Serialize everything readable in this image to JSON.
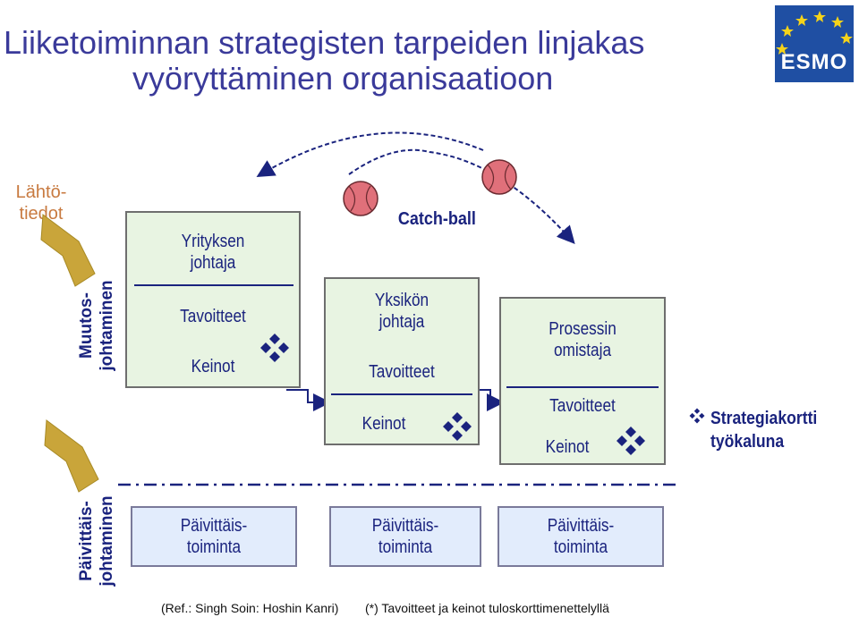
{
  "title": {
    "line1": "Liiketoiminnan strategisten tarpeiden linjakas",
    "line2": "vyöryttäminen organisaatioon"
  },
  "logo": {
    "text": "ESMO"
  },
  "left_labels": {
    "lahto_line1": "Lähtö-",
    "lahto_line2": "tiedot",
    "muutos_line1": "Muutos-",
    "muutos_line2": "johtaminen",
    "paivittais_line1": "Päivittäis-",
    "paivittais_line2": "johtaminen"
  },
  "catch_ball": "Catch-ball",
  "boxes": {
    "yritys": {
      "line1": "Yrityksen",
      "line2": "johtaja",
      "goals": "Tavoitteet",
      "means": "Keinot"
    },
    "yksikko": {
      "line1": "Yksikön",
      "line2": "johtaja",
      "goals": "Tavoitteet",
      "means": "Keinot"
    },
    "prosessi": {
      "line1": "Prosessin",
      "line2": "omistaja",
      "goals": "Tavoitteet",
      "means": "Keinot"
    }
  },
  "daily_boxes": [
    {
      "line1": "Päivittäis-",
      "line2": "toiminta"
    },
    {
      "line1": "Päivittäis-",
      "line2": "toiminta"
    },
    {
      "line1": "Päivittäis-",
      "line2": "toiminta"
    }
  ],
  "strategy": {
    "line1": "Strategiakortti",
    "line2": "työkaluna"
  },
  "footer": {
    "ref": "(Ref.: Singh Soin: Hoshin Kanri)",
    "note": "(*) Tavoitteet ja keinot tuloskorttimenettelyllä"
  },
  "colors": {
    "title": "#3a3a9a",
    "text": "#1a237e",
    "green_box": "#e8f4e2",
    "blue_box": "#e2ecfc",
    "chevron": "#c9a53a",
    "ball": "#e0707a",
    "diamond": "#1a237e",
    "logo_bg": "#1f4fa3",
    "star": "#f5d31a"
  },
  "icons": [
    "chevron-arrow-icon",
    "ball-icon",
    "diamond-bullet-icon",
    "esmo-logo"
  ]
}
